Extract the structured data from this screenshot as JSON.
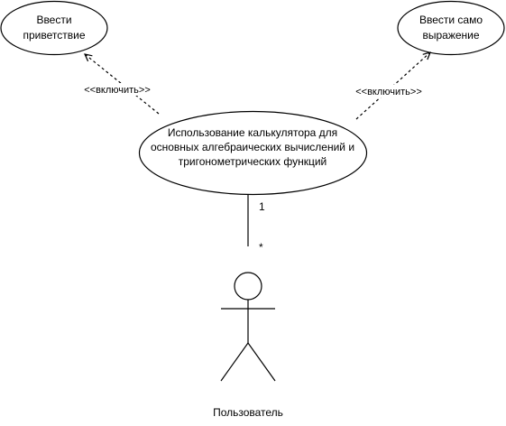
{
  "use_cases": {
    "greeting": {
      "lines": [
        "Ввести",
        "приветствие"
      ]
    },
    "expression": {
      "lines": [
        "Ввести само",
        "выражение"
      ]
    },
    "main": {
      "lines": [
        "Использование калькулятора для",
        "основных алгебраических вычислений и",
        "тригонометрических функций"
      ]
    }
  },
  "relations": {
    "include_left": "<<включить>>",
    "include_right": "<<включить>>",
    "association": {
      "multiplicity_top": "1",
      "multiplicity_bottom": "*"
    }
  },
  "actor": {
    "label": "Пользователь"
  },
  "colors": {
    "stroke": "#000000",
    "background": "#ffffff"
  }
}
